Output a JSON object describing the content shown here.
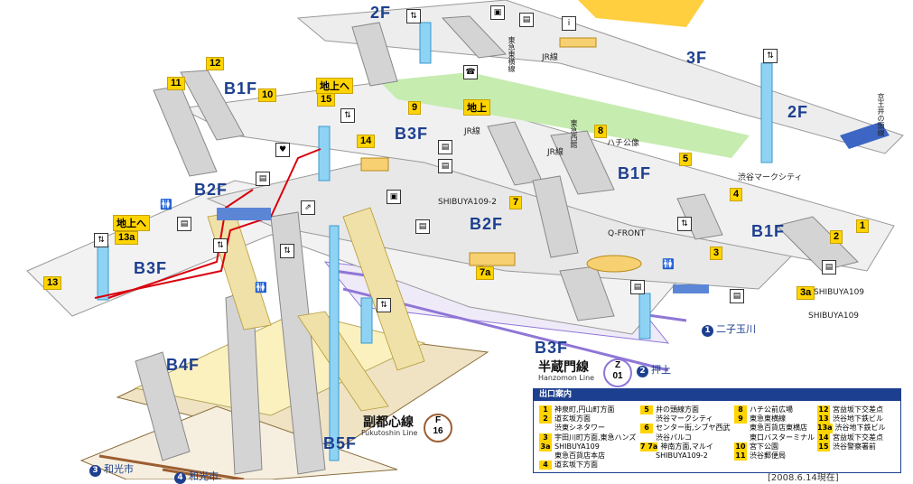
{
  "floors": {
    "f2_top": "2F",
    "f3": "3F",
    "f2_right": "2F",
    "b1_left": "B1F",
    "b1_mid": "B1F",
    "b1_right": "B1F",
    "b2_left": "B2F",
    "b2_mid": "B2F",
    "b3_left": "B3F",
    "b3_top": "B3F",
    "b3_mid": "B3F",
    "b4": "B4F",
    "b5": "B5F"
  },
  "exits": {
    "e1": "1",
    "e2": "2",
    "e3": "3",
    "e3a": "3a",
    "e4": "4",
    "e5": "5",
    "e7": "7",
    "e7a": "7a",
    "e8": "8",
    "e9": "9",
    "e10": "10",
    "e11": "11",
    "e12": "12",
    "e13": "13",
    "e13a": "13a",
    "e14": "14",
    "e15": "15"
  },
  "labels": {
    "ground_15": "地上へ",
    "ground_13a": "地上へ",
    "ground_mid": "地上",
    "jr_a": "JR線",
    "jr_b": "JR線",
    "jr_c": "JR線",
    "tokyu_toyoko": "東急東横線",
    "tokyu_nishi": "東急西館",
    "hachiko": "ハチ公像",
    "shibuya_mark": "渋谷マークシティ",
    "keio": "京王井の頭線",
    "shibuya109_2": "SHIBUYA109-2",
    "qfront": "Q-FRONT",
    "shibuya109_a": "SHIBUYA109",
    "shibuya109_b": "SHIBUYA109"
  },
  "lines": {
    "hanzomon": {
      "name": "半蔵門線",
      "sub": "Hanzomon Line",
      "code_letter": "Z",
      "code_num": "01",
      "color": "#8f76d6"
    },
    "fukutoshin": {
      "name": "副都心線",
      "sub": "Fukutoshin Line",
      "code_letter": "F",
      "code_num": "16",
      "color": "#9c5e31"
    }
  },
  "directions": {
    "d1": {
      "num": "1",
      "text": "二子玉川"
    },
    "d2": {
      "num": "2",
      "text": "押上"
    },
    "d3": {
      "num": "3",
      "text": "和光市"
    },
    "d4": {
      "num": "4",
      "text": "和光市"
    }
  },
  "legend": {
    "title": "出口案内",
    "col1": [
      {
        "n": "1",
        "t": "神泉町,円山町方面"
      },
      {
        "n": "2",
        "t": "道玄坂方面"
      },
      {
        "n": "",
        "t": "渋東シネタワー"
      },
      {
        "n": "3",
        "t": "宇田川町方面,東急ハンズ"
      },
      {
        "n": "3a",
        "t": "SHIBUYA109"
      },
      {
        "n": "",
        "t": "東急百貨店本店"
      },
      {
        "n": "4",
        "t": "道玄坂下方面"
      }
    ],
    "col2": [
      {
        "n": "5",
        "t": "井の頭線方面"
      },
      {
        "n": "",
        "t": "渋谷マークシティ"
      },
      {
        "n": "6",
        "t": "センター街,シブヤ西武"
      },
      {
        "n": "",
        "t": "渋谷パルコ"
      },
      {
        "n": "7 7a",
        "t": "神南方面,マルイ"
      },
      {
        "n": "",
        "t": "SHIBUYA109-2"
      }
    ],
    "col3": [
      {
        "n": "8",
        "t": "ハチ公前広場"
      },
      {
        "n": "9",
        "t": "東急東横線"
      },
      {
        "n": "",
        "t": "東急百貨店東横店"
      },
      {
        "n": "",
        "t": "東口バスターミナル"
      },
      {
        "n": "10",
        "t": "宮下公園"
      },
      {
        "n": "11",
        "t": "渋谷郵便局"
      }
    ],
    "col4": [
      {
        "n": "12",
        "t": "宮益坂下交差点"
      },
      {
        "n": "13",
        "t": "渋谷地下鉄ビル"
      },
      {
        "n": "13a",
        "t": "渋谷地下鉄ビル"
      },
      {
        "n": "14",
        "t": "宮益坂下交差点"
      },
      {
        "n": "15",
        "t": "渋谷警察署前"
      }
    ]
  },
  "date": "[2008.6.14現在]",
  "colors": {
    "navy": "#1d3f8f",
    "floor_fill": "#f2f2f2",
    "stair": "#bfbfbf",
    "yellow": "#ffd400",
    "elevator": "#8fd3f4",
    "green": "#c6ecb0",
    "red_route": "#d9000d"
  }
}
